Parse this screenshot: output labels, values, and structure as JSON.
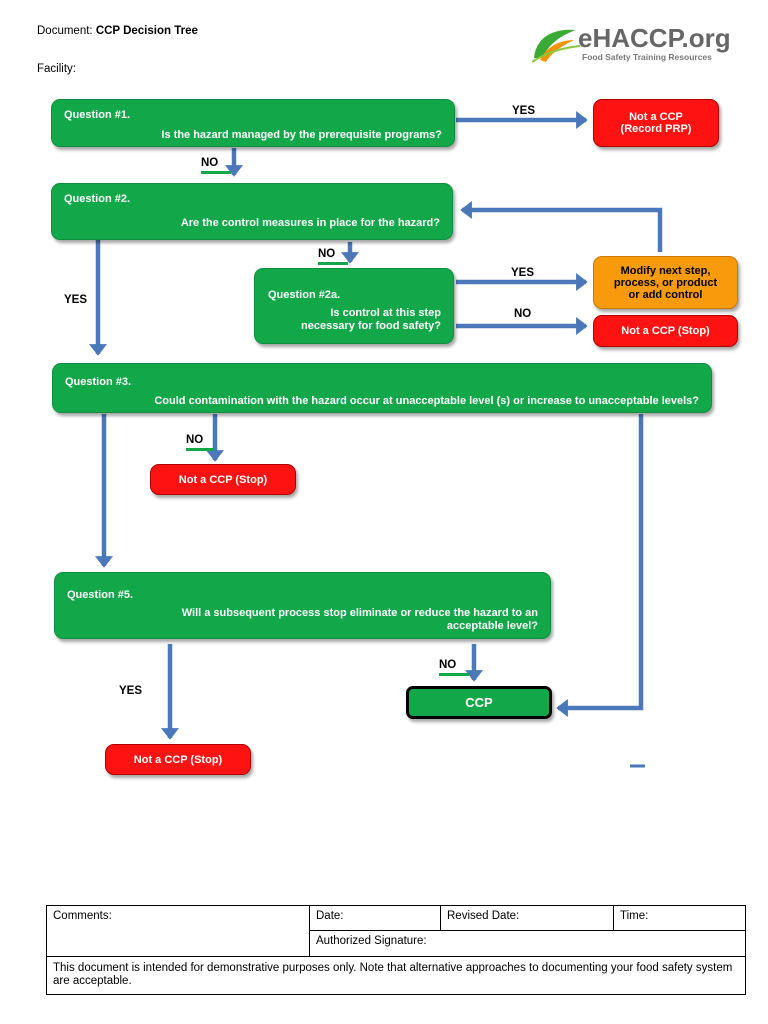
{
  "header": {
    "document_label": "Document:",
    "document_title": "CCP Decision Tree",
    "facility_label": "Facility:"
  },
  "logo": {
    "name": "eHACCP.org",
    "tagline": "Food Safety Training Resources",
    "colors": {
      "text": "#666666",
      "leaf_green": "#3aa935",
      "leaf_orange": "#f29400"
    }
  },
  "colors": {
    "node_green": "#12a84a",
    "node_red": "#ff1212",
    "node_orange": "#f79a0b",
    "arrow_blue": "#4a78b8"
  },
  "q1": {
    "label": "Question #1.",
    "text": "Is the hazard managed by the prerequisite programs?"
  },
  "q2": {
    "label": "Question #2.",
    "text": "Are the control measures in place for the hazard?"
  },
  "q2a": {
    "label": "Question #2a.",
    "text_line1": "Is control at this step",
    "text_line2": "necessary for food safety?"
  },
  "q3": {
    "label": "Question #3.",
    "text": "Could contamination with the hazard occur at unacceptable level (s) or increase to unacceptable levels?"
  },
  "q5": {
    "label": "Question #5.",
    "text_line1": "Will a subsequent process stop eliminate or reduce the hazard to an",
    "text_line2": "acceptable level?"
  },
  "outcomes": {
    "not_ccp_prp_line1": "Not a CCP",
    "not_ccp_prp_line2": "(Record PRP)",
    "modify_line1": "Modify next step,",
    "modify_line2": "process, or product",
    "modify_line3": "or add control",
    "not_ccp_stop": "Not a CCP (Stop)",
    "ccp": "CCP"
  },
  "labels": {
    "yes": "YES",
    "no": "NO"
  },
  "footer": {
    "comments": "Comments:",
    "date": "Date:",
    "revised_date": "Revised Date:",
    "time": "Time:",
    "authorized_signature": "Authorized Signature:",
    "disclaimer": "This document is intended for demonstrative purposes only. Note that alternative approaches to documenting your food safety system are acceptable."
  }
}
